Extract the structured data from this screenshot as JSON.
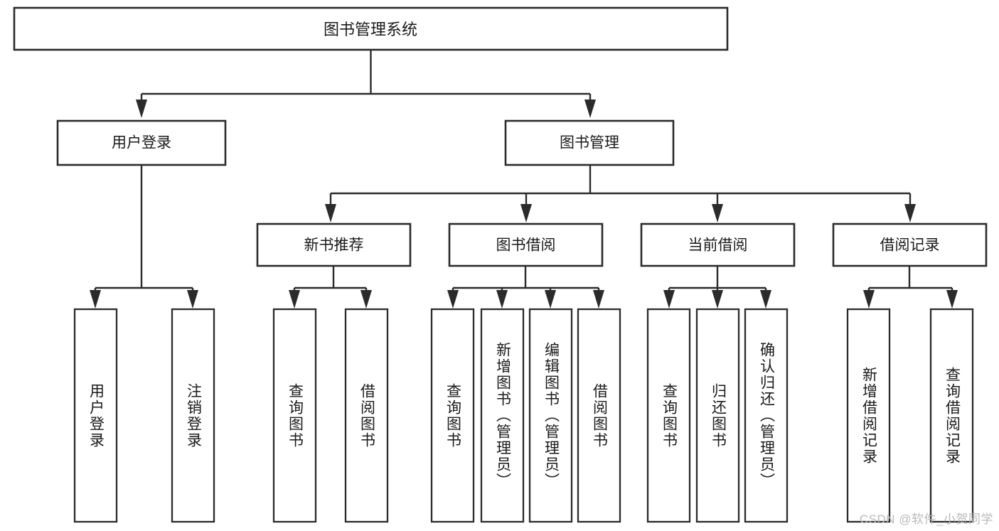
{
  "diagram": {
    "title": "图书管理系统",
    "type": "tree",
    "orientation": "top-down",
    "colors": {
      "box_stroke": "#2b2b2b",
      "box_fill": "#ffffff",
      "connector": "#2b2b2b",
      "text": "#1a1a1a",
      "watermark": "#b9b9b9",
      "background": "#ffffff"
    },
    "root": {
      "label": "图书管理系统"
    },
    "level2": [
      {
        "label": "用户登录"
      },
      {
        "label": "图书管理"
      }
    ],
    "level3": [
      {
        "label": "新书推荐"
      },
      {
        "label": "图书借阅"
      },
      {
        "label": "当前借阅"
      },
      {
        "label": "借阅记录"
      }
    ],
    "leaves": {
      "user_login": [
        {
          "label": "用户登录"
        },
        {
          "label": "注销登录"
        }
      ],
      "new_book_recommend": [
        {
          "label": "查询图书"
        },
        {
          "label": "借阅图书"
        }
      ],
      "book_borrow": [
        {
          "label": "查询图书"
        },
        {
          "label": "新增图书（管理员）"
        },
        {
          "label": "编辑图书（管理员）"
        },
        {
          "label": "借阅图书"
        }
      ],
      "current_borrow": [
        {
          "label": "查询图书"
        },
        {
          "label": "归还图书"
        },
        {
          "label": "确认归还（管理员）"
        }
      ],
      "borrow_record": [
        {
          "label": "新增借阅记录"
        },
        {
          "label": "查询借阅记录"
        }
      ]
    }
  },
  "watermark": {
    "text": "CSDN @软件_小贺同学"
  }
}
